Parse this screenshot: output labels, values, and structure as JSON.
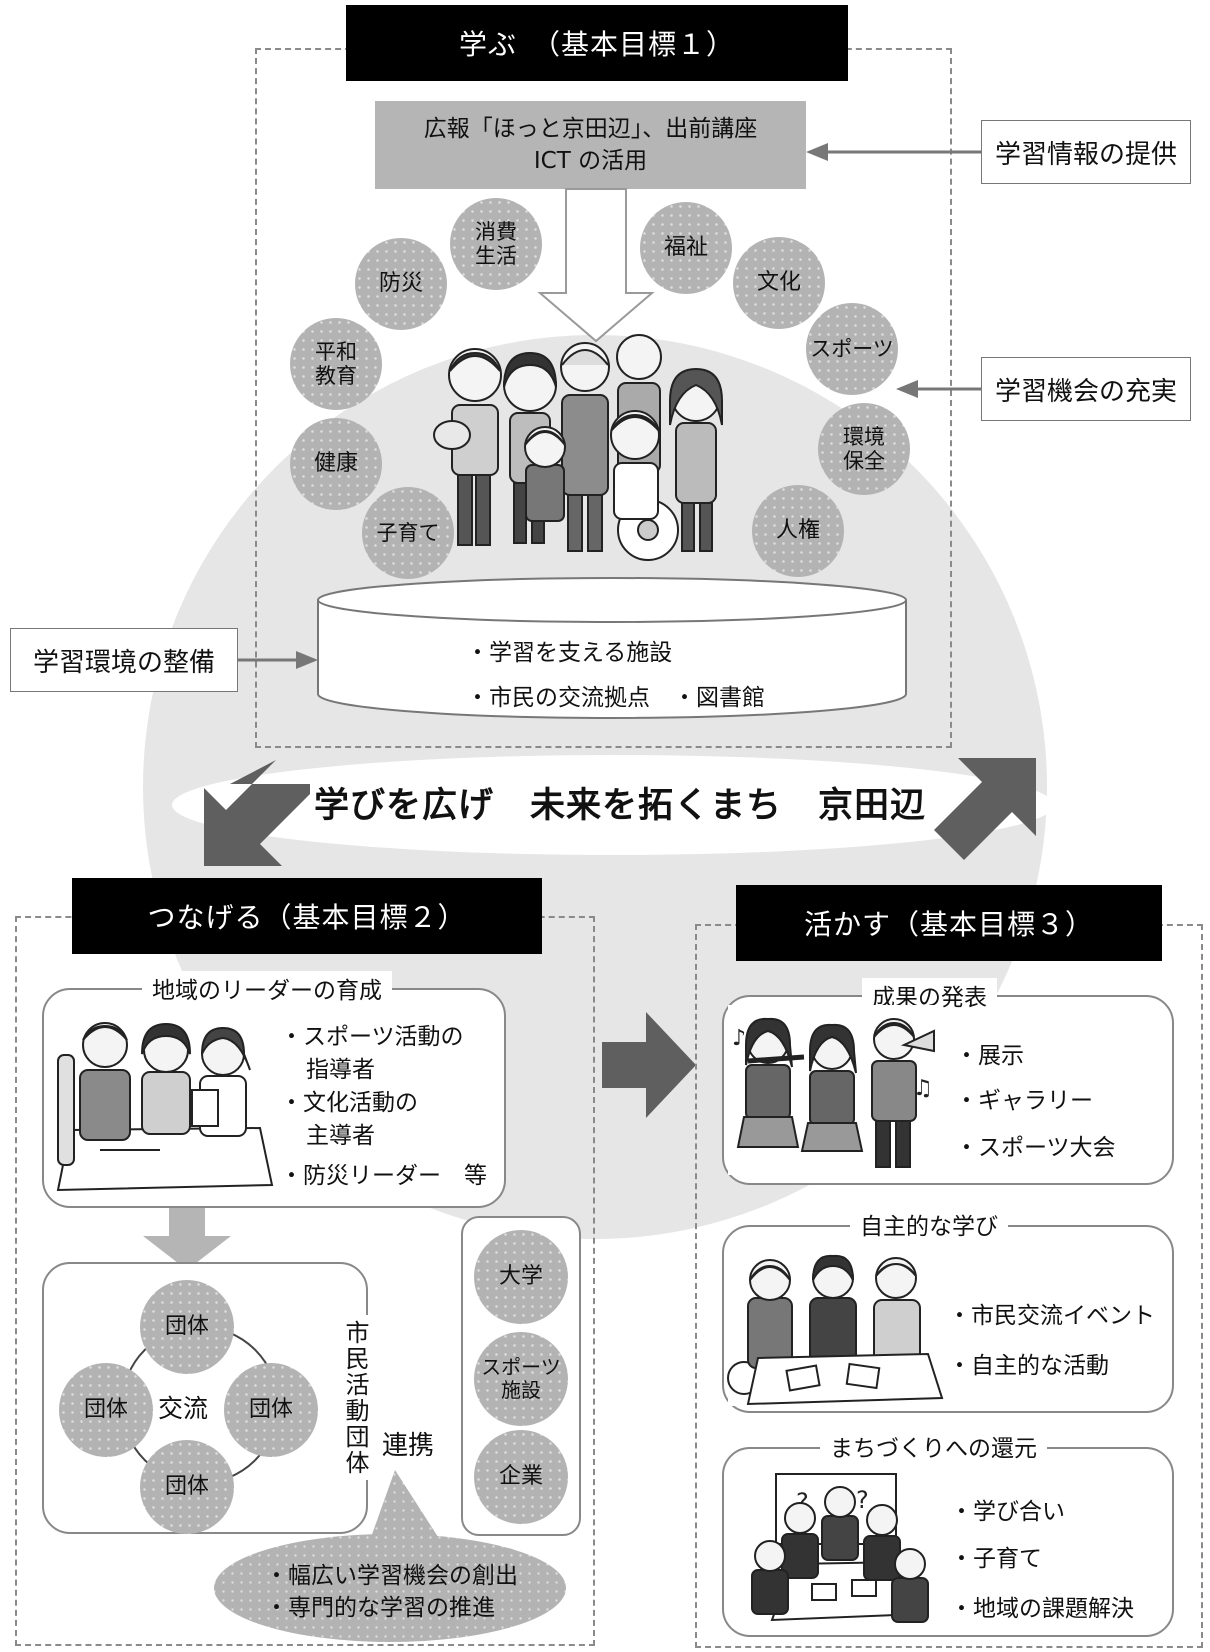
{
  "top": {
    "header": "学ぶ　（基本目標１）",
    "media_lines": [
      "広報「ほっと京田辺」、出前講座",
      "ICT の活用"
    ],
    "side_info": "学習情報の提供",
    "side_opportunity": "学習機会の充実",
    "side_environment": "学習環境の整備",
    "topic_bubbles": [
      {
        "lines": [
          "消費",
          "生活"
        ]
      },
      {
        "lines": [
          "福祉"
        ]
      },
      {
        "lines": [
          "防災"
        ]
      },
      {
        "lines": [
          "文化"
        ]
      },
      {
        "lines": [
          "平和",
          "教育"
        ]
      },
      {
        "lines": [
          "スポーツ"
        ]
      },
      {
        "lines": [
          "健康"
        ]
      },
      {
        "lines": [
          "環境",
          "保全"
        ]
      },
      {
        "lines": [
          "子育て"
        ]
      },
      {
        "lines": [
          "人権"
        ]
      }
    ],
    "facility_lines": [
      "・学習を支える施設",
      "・市民の交流拠点　・図書館"
    ]
  },
  "slogan": "学びを広げ　未来を拓くまち　京田辺",
  "left": {
    "header": "つなげる（基本目標２）",
    "leader": {
      "title": "地域のリーダーの育成",
      "items": [
        "・スポーツ活動の",
        "指導者",
        "・文化活動の",
        "主導者",
        "・防災リーダー　等"
      ]
    },
    "groups": {
      "group_label": "団体",
      "center": "交流",
      "vertical_label": "市民活動団体"
    },
    "partners": [
      {
        "lines": [
          "大学"
        ]
      },
      {
        "lines": [
          "スポーツ",
          "施設"
        ]
      },
      {
        "lines": [
          "企業"
        ]
      }
    ],
    "link_label": "連携",
    "callout": [
      "・幅広い学習機会の創出",
      "・専門的な学習の推進"
    ]
  },
  "right": {
    "header": "活かす（基本目標３）",
    "sections": [
      {
        "title": "成果の発表",
        "items": [
          "・展示",
          "・ギャラリー",
          "・スポーツ大会"
        ]
      },
      {
        "title": "自主的な学び",
        "items": [
          "・市民交流イベント",
          "・自主的な活動"
        ]
      },
      {
        "title": "まちづくりへの還元",
        "items": [
          "・学び合い",
          "・子育て",
          "・地域の課題解決"
        ]
      }
    ]
  },
  "colors": {
    "header_bg": "#000000",
    "bubble": "#b3b3b3",
    "arrow": "#666666",
    "background_circle": "#e6e6e6"
  }
}
